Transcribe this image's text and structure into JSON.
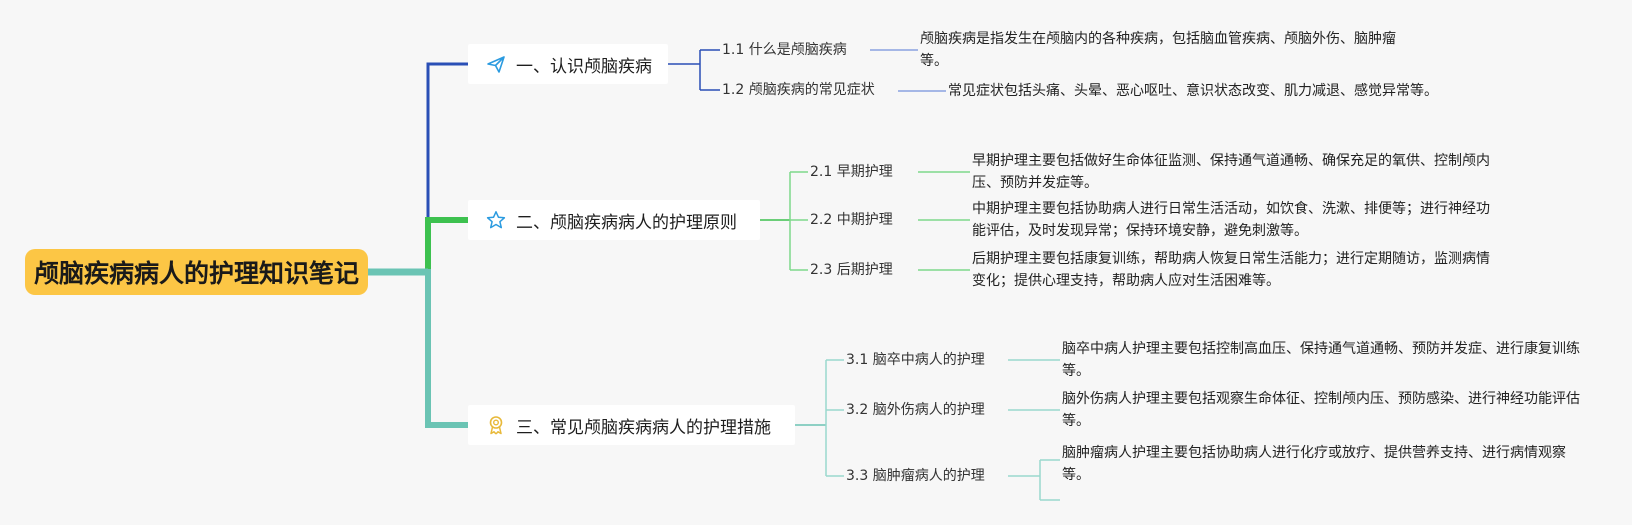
{
  "root": {
    "label": "颅脑疾病病人的护理知识笔记"
  },
  "branches": [
    {
      "label": "一、认识颅脑疾病",
      "icon": "paper-plane-icon",
      "color": "#2a4fb6",
      "children": [
        {
          "label": "1.1 什么是颅脑疾病",
          "detail": "颅脑疾病是指发生在颅脑内的各种疾病，包括脑血管疾病、颅脑外伤、脑肿瘤等。"
        },
        {
          "label": "1.2 颅脑疾病的常见症状",
          "detail": "常见症状包括头痛、头晕、恶心呕吐、意识状态改变、肌力减退、感觉异常等。"
        }
      ]
    },
    {
      "label": "二、颅脑疾病病人的护理原则",
      "icon": "star-icon",
      "color": "#3dc14f",
      "children": [
        {
          "label": "2.1 早期护理",
          "detail": "早期护理主要包括做好生命体征监测、保持通气道通畅、确保充足的氧供、控制颅内压、预防并发症等。"
        },
        {
          "label": "2.2 中期护理",
          "detail": "中期护理主要包括协助病人进行日常生活活动，如饮食、洗漱、排便等；进行神经功能评估，及时发现异常；保持环境安静，避免刺激等。"
        },
        {
          "label": "2.3 后期护理",
          "detail": "后期护理主要包括康复训练，帮助病人恢复日常生活能力；进行定期随访，监测病情变化；提供心理支持，帮助病人应对生活困难等。"
        }
      ]
    },
    {
      "label": "三、常见颅脑疾病病人的护理措施",
      "icon": "award-ribbon-icon",
      "color": "#6bc4b4",
      "children": [
        {
          "label": "3.1 脑卒中病人的护理",
          "detail": "脑卒中病人护理主要包括控制高血压、保持通气道通畅、预防并发症、进行康复训练等。"
        },
        {
          "label": "3.2 脑外伤病人的护理",
          "detail": "脑外伤病人护理主要包括观察生命体征、控制颅内压、预防感染、进行神经功能评估等。"
        },
        {
          "label": "3.3 脑肿瘤病人的护理",
          "detail": "脑肿瘤病人护理主要包括协助病人进行化疗或放疗、提供营养支持、进行病情观察等。"
        }
      ]
    }
  ]
}
